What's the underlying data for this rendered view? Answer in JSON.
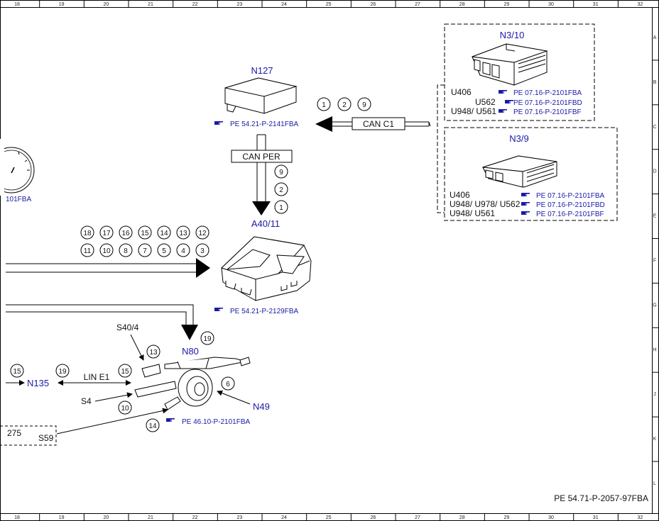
{
  "ruler": {
    "columns": [
      "18",
      "19",
      "20",
      "21",
      "22",
      "23",
      "24",
      "25",
      "26",
      "27",
      "28",
      "29",
      "30",
      "31",
      "32"
    ],
    "rows": [
      "A",
      "B",
      "C",
      "D",
      "E",
      "F",
      "G",
      "H",
      "J",
      "K",
      "L"
    ]
  },
  "components": {
    "n3_10": "N3/10",
    "n3_9": "N3/9",
    "n127": "N127",
    "a40_11": "A40/11",
    "n80": "N80",
    "n135": "N135",
    "n49": "N49",
    "s4": "S4",
    "s40_4": "S40/4",
    "s59": "S59",
    "box_275": "275",
    "gauge_ref": "101FBA"
  },
  "buses": {
    "can_c1": "CAN C1",
    "can_per": "CAN PER",
    "lin_e1": "LIN E1"
  },
  "references": {
    "n3_10": [
      {
        "variant": "U406",
        "code": "PE 07.16-P-2101FBA"
      },
      {
        "variant": "U562",
        "code": "PE 07.16-P-2101FBD"
      },
      {
        "variant": "U948/ U561",
        "code": "PE 07.16-P-2101FBF"
      }
    ],
    "n3_9": [
      {
        "variant": "U406",
        "code": "PE 07.16-P-2101FBA"
      },
      {
        "variant": "U948/ U978/ U562",
        "code": "PE 07.16-P-2101FBD"
      },
      {
        "variant": "U948/ U561",
        "code": "PE 07.16-P-2101FBF"
      }
    ],
    "n127": "PE 54.21-P-2141FBA",
    "a40_11": "PE 54.21-P-2129FBA",
    "n49": "PE 46.10-P-2101FBA"
  },
  "circles": {
    "can_c1": [
      "1",
      "2",
      "9"
    ],
    "can_per": [
      "9",
      "2",
      "1"
    ],
    "a40_top": [
      "18",
      "17",
      "16",
      "15",
      "14",
      "13",
      "12"
    ],
    "a40_bottom": [
      "11",
      "10",
      "8",
      "7",
      "5",
      "4",
      "3"
    ],
    "n80": "19",
    "s40_4": "13",
    "n49": "6",
    "s4": "10",
    "s59": "14",
    "left": "15",
    "n135": "19",
    "lin": "15"
  },
  "footer": {
    "doc_id": "PE 54.71-P-2057-97FBA"
  },
  "colors": {
    "label_blue": "#1a1aa6",
    "line": "#000000"
  },
  "icons": [
    "pointing-hand-icon"
  ]
}
